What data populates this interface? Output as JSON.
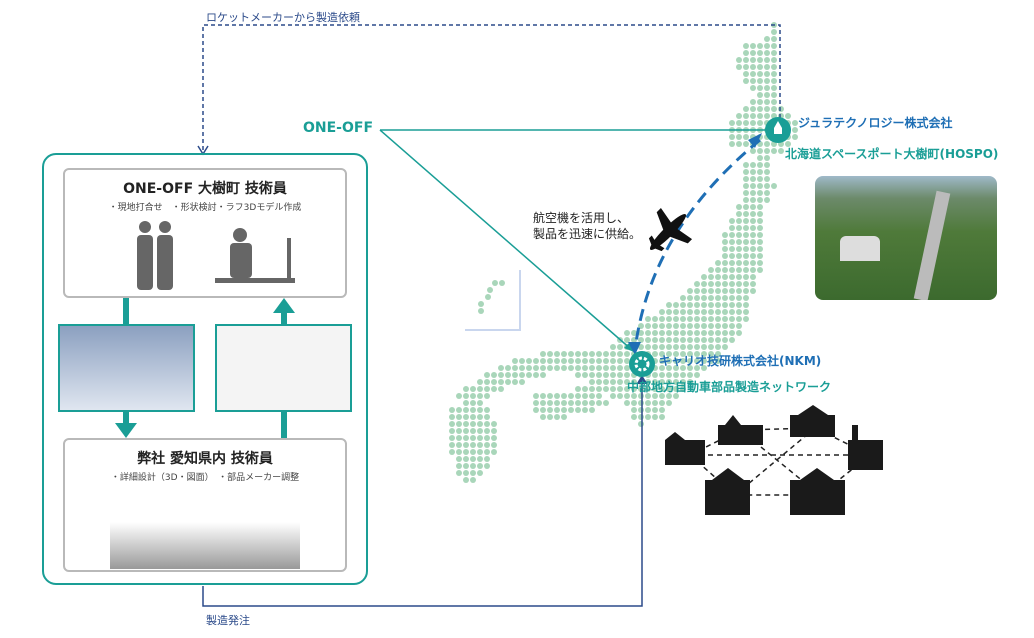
{
  "top_request_label": "ロケットメーカーから製造依頼",
  "bottom_order_label": "製造発注",
  "one_off_label": "ONE-OFF",
  "card_top": {
    "title": "ONE-OFF 大樹町 技術員",
    "tasks": "・現地打合せ　・形状検討・ラフ3Dモデル作成"
  },
  "card_bottom": {
    "title": "弊社 愛知県内 技術員",
    "tasks": "・詳細設計（3D・図面）　・部品メーカー調整"
  },
  "flight_note": [
    "航空機を活用し、",
    "製品を迅速に供給。"
  ],
  "hokkaido": {
    "company": "ジュラテクノロジー株式会社",
    "site": "北海道スペースポート大樹町(HOSPO)"
  },
  "chubu": {
    "company": "キャリオ技研株式会社(NKM)",
    "network": "中部地方自動車部品製造ネットワーク"
  },
  "colors": {
    "teal": "#1a9e96",
    "navy": "#2b4a8a",
    "blue": "#1f6fb5",
    "dot": "#a9d6ba"
  }
}
